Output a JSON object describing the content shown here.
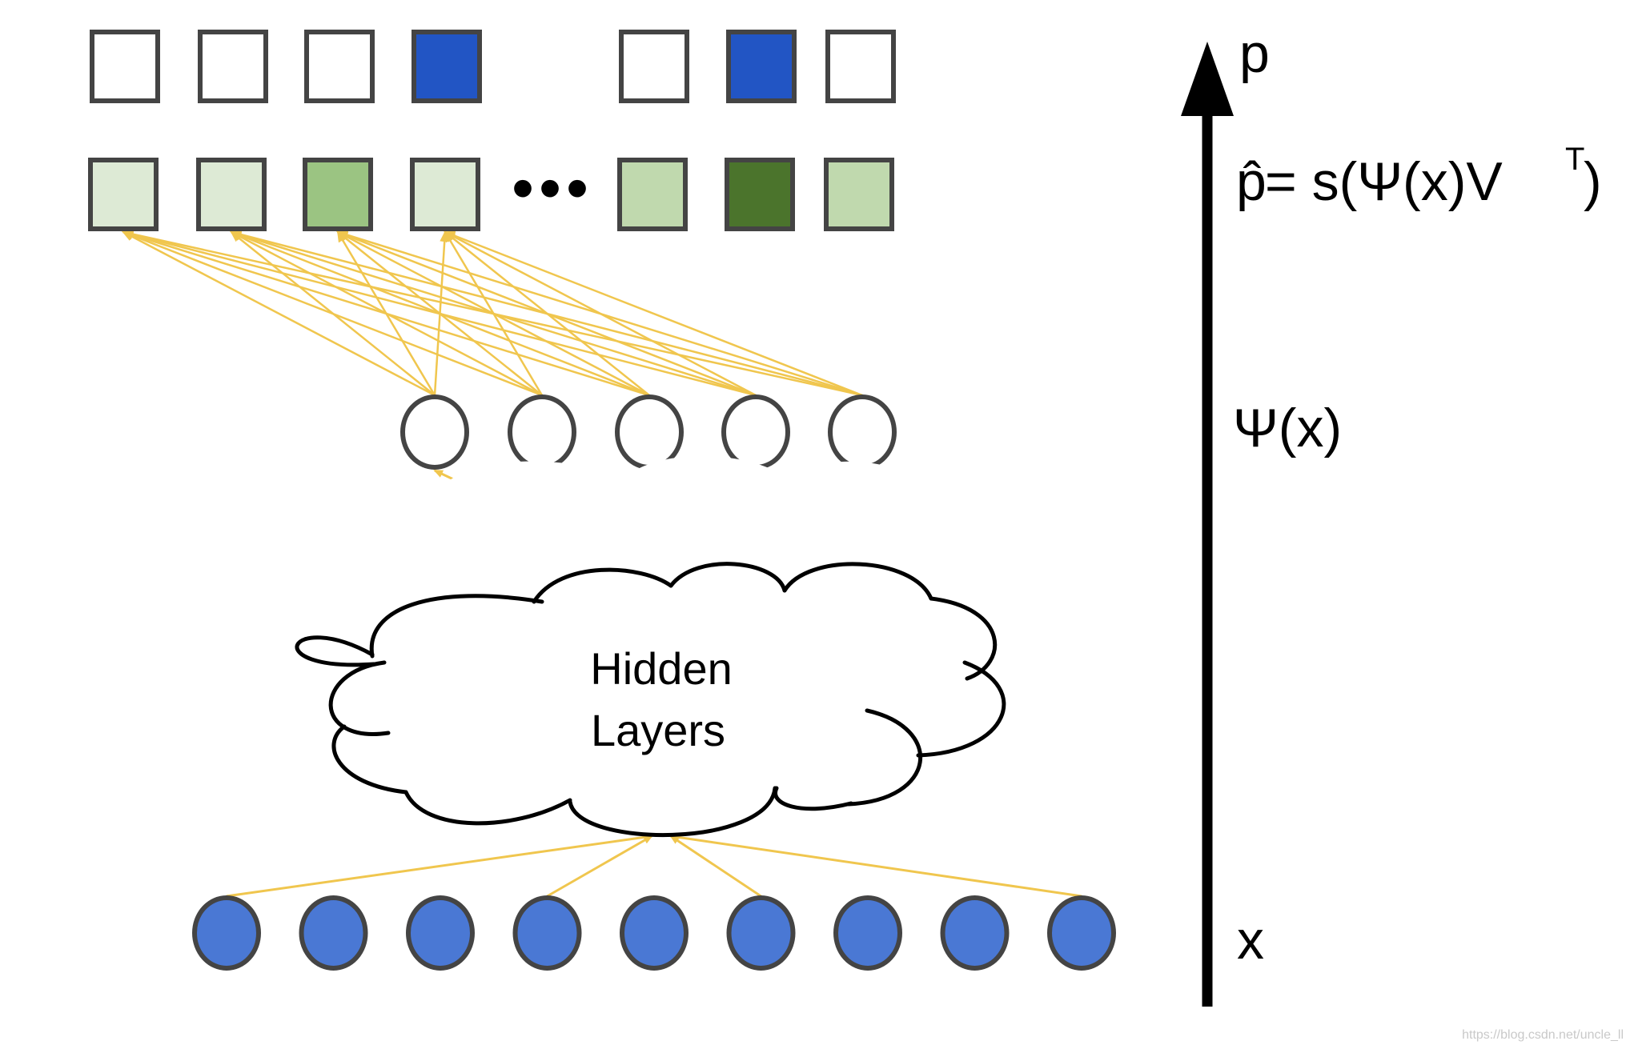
{
  "colors": {
    "arrow": "#F0C64E",
    "box_stroke": "#444444",
    "input_node_fill": "#4A78D4",
    "selected_box": "#2255C4",
    "empty_box": "#FFFFFF",
    "green_light": "#DDEAD5",
    "green_mid": "#C0D9AE",
    "green_medium": "#9BC482",
    "green_dark": "#4B742C",
    "axis": "#000000"
  },
  "target_row": {
    "cells": [
      "empty",
      "empty",
      "empty",
      "selected",
      "empty",
      "selected",
      "empty"
    ]
  },
  "prediction_row": {
    "cells": [
      "light",
      "light",
      "medium",
      "light",
      "mid",
      "dark",
      "mid"
    ],
    "ellipsis": "•••"
  },
  "hidden_cloud": {
    "line1": "Hidden",
    "line2": "Layers"
  },
  "axis_labels": {
    "top": "p",
    "prediction_lhs": "p̂",
    "prediction_rhs": " = s(Ψ(x)V",
    "prediction_sup": "T",
    "prediction_close": ")",
    "embedding": "Ψ(x)",
    "input": "x"
  },
  "counts": {
    "embedding_nodes": 5,
    "input_nodes": 9
  },
  "watermark": "https://blog.csdn.net/uncle_ll"
}
